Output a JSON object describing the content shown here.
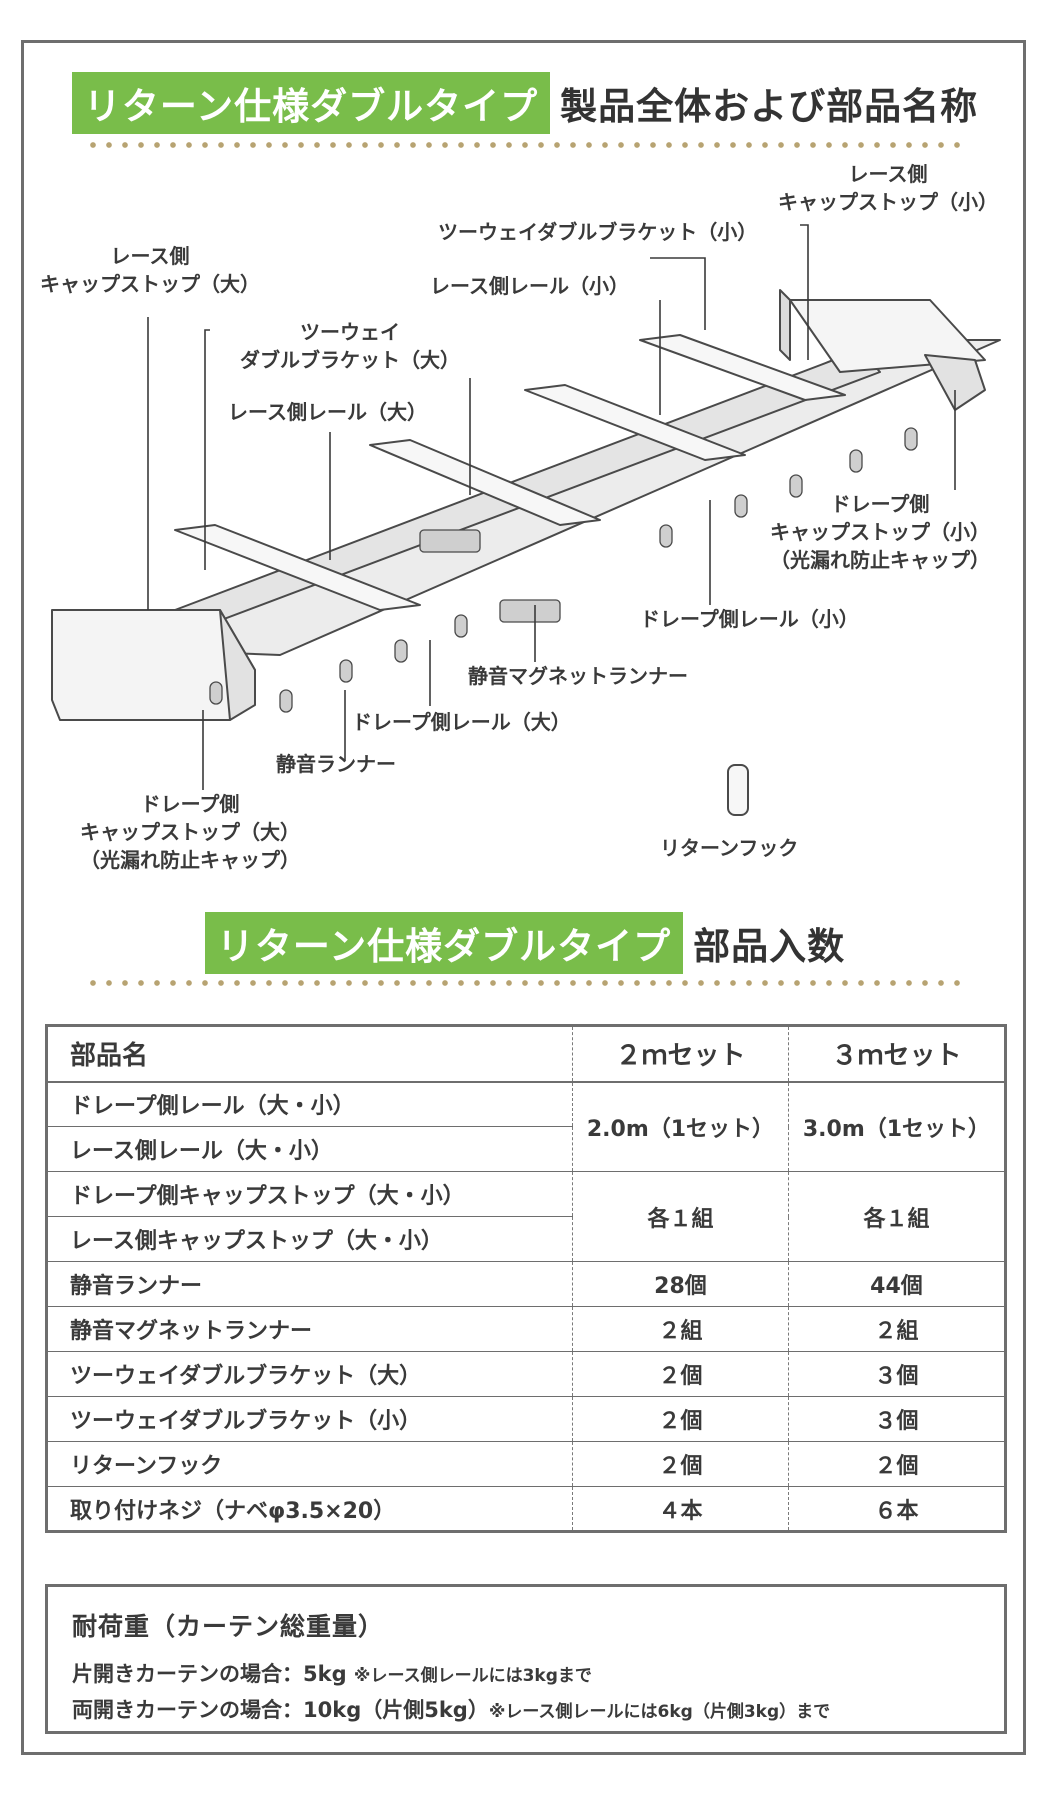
{
  "headings": {
    "overview": {
      "tag": "リターン仕様ダブルタイプ",
      "rest": "製品全体および部品名称"
    },
    "count": {
      "tag": "リターン仕様ダブルタイプ",
      "rest": "部品入数"
    }
  },
  "diagram_labels": {
    "lace_cap_small": [
      "レース側",
      "キャップストップ（小）"
    ],
    "twoway_small": "ツーウェイダブルブラケット（小）",
    "lace_cap_large": [
      "レース側",
      "キャップストップ（大）"
    ],
    "lace_rail_small": "レース側レール（小）",
    "twoway_large": [
      "ツーウェイ",
      "ダブルブラケット（大）"
    ],
    "lace_rail_large": "レース側レール（大）",
    "drape_cap_small": [
      "ドレープ側",
      "キャップストップ（小）",
      "（光漏れ防止キャップ）"
    ],
    "drape_rail_small": "ドレープ側レール（小）",
    "magnet_runner": "静音マグネットランナー",
    "drape_rail_large": "ドレープ側レール（大）",
    "runner": "静音ランナー",
    "drape_cap_large": [
      "ドレープ側",
      "キャップストップ（大）",
      "（光漏れ防止キャップ）"
    ],
    "return_hook": "リターンフック"
  },
  "table": {
    "headers": [
      "部品名",
      "２ｍセット",
      "３ｍセット"
    ],
    "merged_rows": [
      {
        "names": [
          "ドレープ側レール（大・小）",
          "レース側レール（大・小）"
        ],
        "v2": "2.0m（1セット）",
        "v3": "3.0m（1セット）"
      },
      {
        "names": [
          "ドレープ側キャップストップ（大・小）",
          "レース側キャップストップ（大・小）"
        ],
        "v2": "各１組",
        "v3": "各１組"
      }
    ],
    "rows": [
      {
        "name": "静音ランナー",
        "v2": "28個",
        "v3": "44個"
      },
      {
        "name": "静音マグネットランナー",
        "v2": "２組",
        "v3": "２組"
      },
      {
        "name": "ツーウェイダブルブラケット（大）",
        "v2": "２個",
        "v3": "３個"
      },
      {
        "name": "ツーウェイダブルブラケット（小）",
        "v2": "２個",
        "v3": "３個"
      },
      {
        "name": "リターンフック",
        "v2": "２個",
        "v3": "２個"
      },
      {
        "name": "取り付けネジ（ナベφ3.5×20）",
        "v2": "４本",
        "v3": "６本"
      }
    ]
  },
  "load": {
    "heading": "耐荷重（カーテン総重量）",
    "line1": "片開きカーテンの場合：5kg",
    "note1": "※レース側レールには3kgまで",
    "line2": "両開きカーテンの場合：10kg（片側5kg）",
    "note2": "※レース側レールには6kg（片側3kg）まで"
  },
  "colors": {
    "accent": "#79bd4a",
    "dots": "#b7a372",
    "border": "#6e6e6e",
    "text": "#3a3a3a"
  }
}
